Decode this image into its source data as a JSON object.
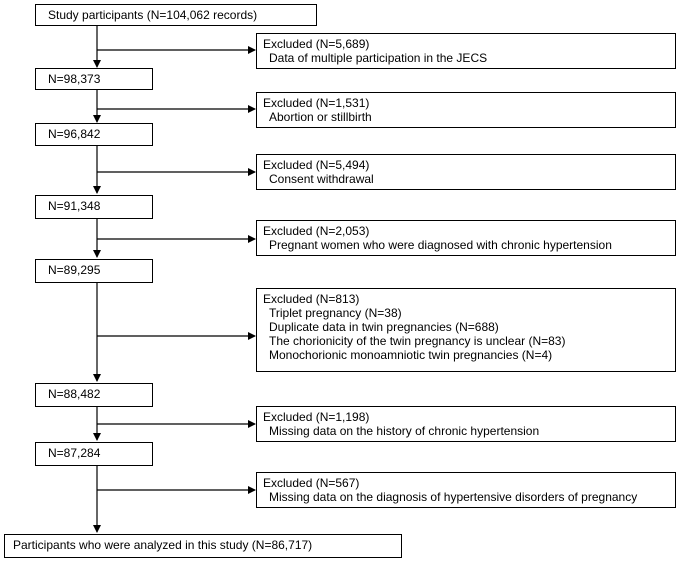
{
  "flowchart": {
    "start": "Study participants (N=104,062 records)",
    "counts": [
      "N=98,373",
      "N=96,842",
      "N=91,348",
      "N=89,295",
      "N=88,482",
      "N=87,284"
    ],
    "final": "Participants who were analyzed in this study (N=86,717)",
    "exclusions": [
      {
        "title": "Excluded (N=5,689)",
        "items": [
          "Data of multiple participation in the JECS"
        ]
      },
      {
        "title": "Excluded (N=1,531)",
        "items": [
          "Abortion or stillbirth"
        ]
      },
      {
        "title": "Excluded (N=5,494)",
        "items": [
          "Consent withdrawal"
        ]
      },
      {
        "title": "Excluded (N=2,053)",
        "items": [
          "Pregnant women who were diagnosed with chronic hypertension"
        ]
      },
      {
        "title": "Excluded  (N=813)",
        "items": [
          "Triplet pregnancy (N=38)",
          "Duplicate data in twin pregnancies (N=688)",
          "The chorionicity of the twin pregnancy is unclear (N=83)",
          "Monochorionic monoamniotic twin pregnancies (N=4)"
        ]
      },
      {
        "title": "Excluded (N=1,198)",
        "items": [
          "Missing data on the history of chronic hypertension"
        ]
      },
      {
        "title": "Excluded (N=567)",
        "items": [
          "Missing data on the diagnosis of hypertensive disorders of pregnancy"
        ]
      }
    ]
  }
}
